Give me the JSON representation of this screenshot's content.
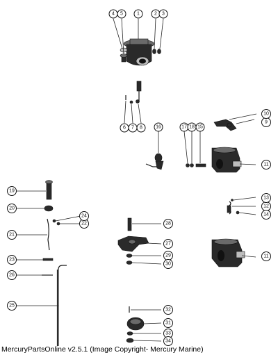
{
  "callouts": [
    {
      "id": "c1",
      "label": "1"
    },
    {
      "id": "c2",
      "label": "2"
    },
    {
      "id": "c3",
      "label": "3"
    },
    {
      "id": "c4",
      "label": "4"
    },
    {
      "id": "c5",
      "label": "5"
    },
    {
      "id": "c6",
      "label": "6"
    },
    {
      "id": "c7",
      "label": "7"
    },
    {
      "id": "c8",
      "label": "8"
    },
    {
      "id": "c9",
      "label": "9"
    },
    {
      "id": "c10",
      "label": "10"
    },
    {
      "id": "c11a",
      "label": "11"
    },
    {
      "id": "c11b",
      "label": "11"
    },
    {
      "id": "c12",
      "label": "12"
    },
    {
      "id": "c13",
      "label": "13"
    },
    {
      "id": "c14",
      "label": "14"
    },
    {
      "id": "c15",
      "label": "15"
    },
    {
      "id": "c16",
      "label": "16"
    },
    {
      "id": "c17",
      "label": "17"
    },
    {
      "id": "c18",
      "label": "18"
    },
    {
      "id": "c19",
      "label": "19"
    },
    {
      "id": "c20",
      "label": "20"
    },
    {
      "id": "c21",
      "label": "21"
    },
    {
      "id": "c22",
      "label": "22"
    },
    {
      "id": "c23",
      "label": "23"
    },
    {
      "id": "c24",
      "label": "24"
    },
    {
      "id": "c25",
      "label": "25"
    },
    {
      "id": "c26",
      "label": "26"
    },
    {
      "id": "c27",
      "label": "27"
    },
    {
      "id": "c28",
      "label": "28"
    },
    {
      "id": "c29",
      "label": "29"
    },
    {
      "id": "c30",
      "label": "30"
    },
    {
      "id": "c31",
      "label": "31"
    },
    {
      "id": "c32",
      "label": "32"
    },
    {
      "id": "c33",
      "label": "33"
    },
    {
      "id": "c34",
      "label": "34"
    }
  ],
  "footer": {
    "copyright": "MercuryPartsOnline v2.5.1 (Image Copyright- Mercury Marine)"
  }
}
